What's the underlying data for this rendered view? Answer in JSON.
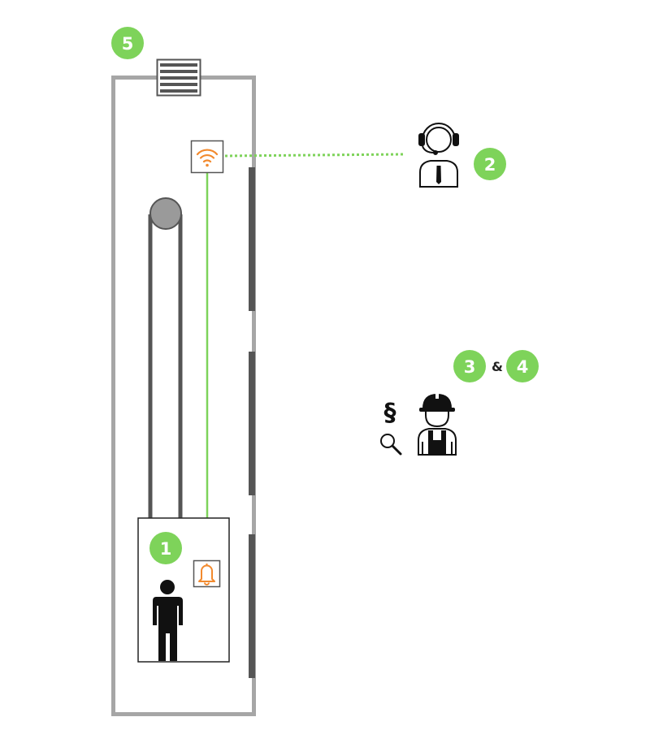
{
  "badges": {
    "car": "1",
    "operator": "2",
    "inspection_a": "3",
    "ampersand": "&",
    "inspection_b": "4",
    "shaft": "5"
  },
  "symbols": {
    "regulation": "§"
  },
  "icons": {
    "shaft_vent": "vent-grille-icon",
    "transmitter": "wifi-icon",
    "alarm": "bell-icon",
    "passenger": "person-icon",
    "operator": "headset-operator-icon",
    "worker": "hard-hat-worker-icon",
    "inspect": "magnifier-icon"
  },
  "colors": {
    "badge_green": "#7ed35a",
    "signal_green": "#7ed35a",
    "accent_orange": "#f28a2e",
    "shaft_gray": "#a6a6a6",
    "door_dark": "#555555",
    "pulley_gray": "#9a9a9a"
  }
}
